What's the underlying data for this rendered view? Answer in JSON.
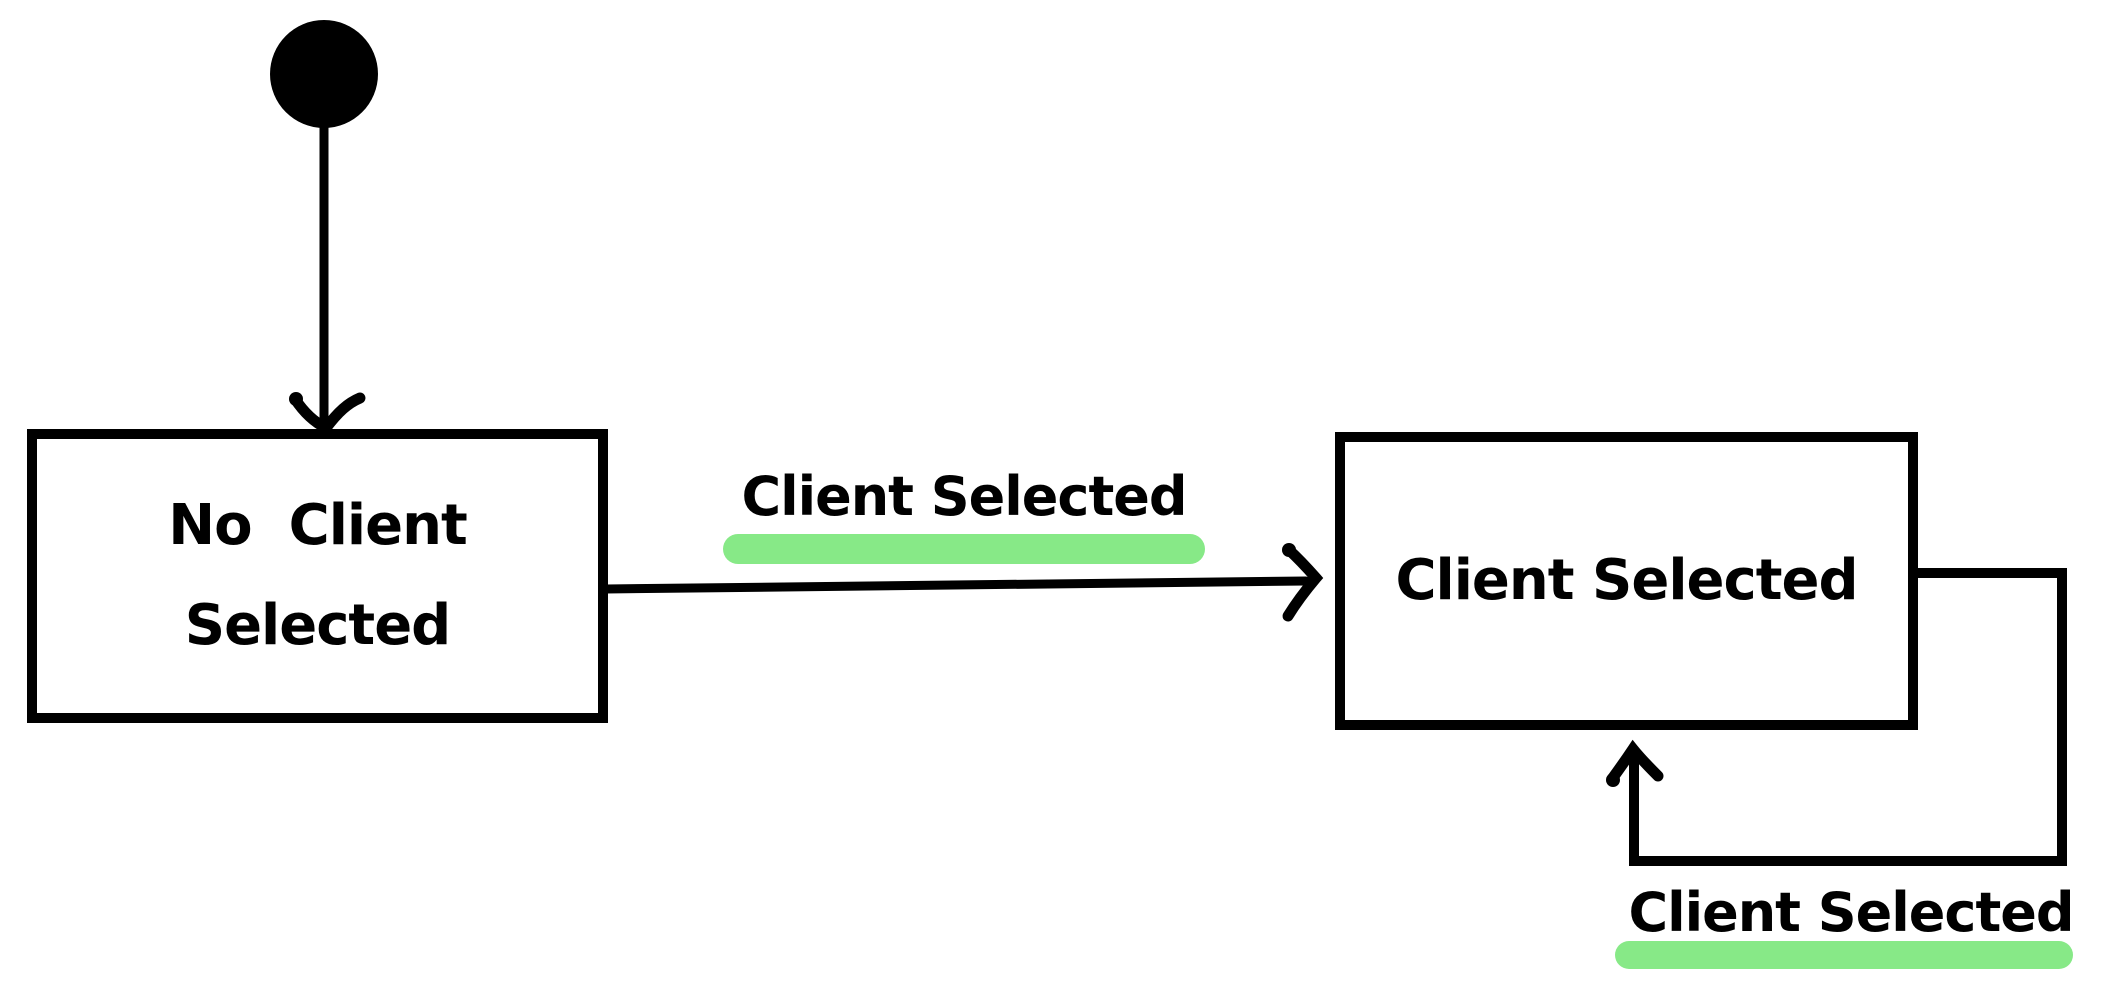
{
  "diagram": {
    "kind": "state-diagram",
    "background_color": "#ffffff",
    "ink_color": "#000000",
    "highlight_color": "#87E987",
    "initial_state": {
      "name": "initial-state",
      "shape": "filled-circle"
    },
    "states": [
      {
        "id": "no-client-selected",
        "label_line1": "No  Client",
        "label_line2": "Selected"
      },
      {
        "id": "client-selected",
        "label": "Client Selected"
      }
    ],
    "transitions": [
      {
        "from": "initial-state",
        "to": "no-client-selected",
        "label": ""
      },
      {
        "from": "no-client-selected",
        "to": "client-selected",
        "label": "Client Selected",
        "highlighted": true
      },
      {
        "from": "client-selected",
        "to": "client-selected",
        "label": "Client Selected",
        "highlighted": true,
        "shape": "self-loop"
      }
    ]
  }
}
